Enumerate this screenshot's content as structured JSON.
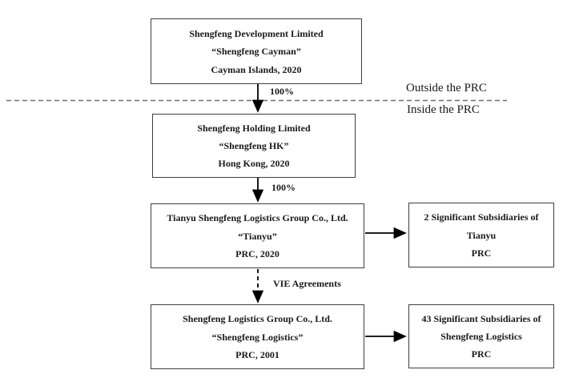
{
  "diagram": {
    "type": "corporate-structure-flowchart",
    "region_divider": {
      "above_label": "Outside the PRC",
      "below_label": "Inside the PRC"
    },
    "boxes": {
      "cayman": {
        "line1": "Shengfeng Development Limited",
        "line2": "“Shengfeng Cayman”",
        "line3": "Cayman Islands, 2020"
      },
      "hk": {
        "line1": "Shengfeng Holding Limited",
        "line2": "“Shengfeng HK”",
        "line3": "Hong Kong, 2020"
      },
      "tianyu": {
        "line1": "Tianyu Shengfeng Logistics Group Co., Ltd.",
        "line2": "“Tianyu”",
        "line3": "PRC, 2020"
      },
      "tianyu_subs": {
        "line1": "2 Significant Subsidiaries of",
        "line2": "Tianyu",
        "line3": "PRC"
      },
      "logistics": {
        "line1": "Shengfeng Logistics Group Co., Ltd.",
        "line2": "“Shengfeng Logistics”",
        "line3": "PRC, 2001"
      },
      "logistics_subs": {
        "line1": "43 Significant Subsidiaries of",
        "line2": "Shengfeng Logistics",
        "line3": "PRC"
      }
    },
    "edges": {
      "cayman_to_hk_label": "100%",
      "hk_to_tianyu_label": "100%",
      "tianyu_to_logistics_label": "VIE Agreements"
    },
    "colors": {
      "box_border": "#3f3f3f",
      "text": "#1a1a1a",
      "arrow": "#000000",
      "divider_dash": "#6e6e6e",
      "background": "#ffffff"
    }
  }
}
